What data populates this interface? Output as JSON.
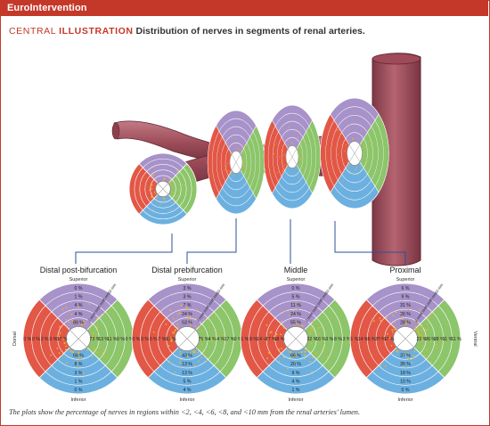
{
  "header": {
    "brand": "EuroIntervention"
  },
  "title": {
    "central": "CENTRAL",
    "illustration": "ILLUSTRATION",
    "description": "Distribution of nerves in segments of renal arteries."
  },
  "caption": "The plots show the percentage of nerves in regions within <2, <4, <6, <8, and <10 mm from the renal arteries' lumen.",
  "labels": {
    "dorsal": "Dorsal",
    "ventral": "Ventral"
  },
  "mm_labels": [
    "2 mm",
    "4 mm",
    "6 mm",
    "8 mm",
    "10 mm"
  ],
  "colors": {
    "brand": "#c4382a",
    "superior": "#a792c9",
    "ventral": "#8cc56a",
    "inferior": "#6cb0e0",
    "dorsal": "#e25746",
    "nerve_dots": "#f0b42c",
    "artery": "#a35561"
  },
  "segments": [
    {
      "name": "Distal post-bifurcation",
      "superior_label": "Superior",
      "inferior_label": "Inferior",
      "superior": [
        "0 %",
        "1 %",
        "4 %",
        "4 %",
        "88 %"
      ],
      "inferior": [
        "66 %",
        "8 %",
        "3 %",
        "1 %",
        "0 %"
      ],
      "dorsal": [
        "0 %",
        "0 %",
        "2 %",
        "3 %",
        "57 %"
      ],
      "ventral": [
        "73 %",
        "13 %",
        "11 %",
        "0 %",
        "0 %"
      ]
    },
    {
      "name": "Distal prebifurcation",
      "superior_label": "Superior",
      "inferior_label": "Inferior",
      "superior": [
        "3 %",
        "3 %",
        "7 %",
        "24 %",
        "63 %"
      ],
      "inferior": [
        "43 %",
        "13 %",
        "13 %",
        "5 %",
        "4 %"
      ],
      "dorsal": [
        "0 %",
        "3 %",
        "0 %",
        "7 %",
        "90 %"
      ],
      "ventral": [
        "75 %",
        "4 %",
        "4 %",
        "17 %",
        "0 %"
      ]
    },
    {
      "name": "Middle",
      "superior_label": "Superior",
      "inferior_label": "Inferior",
      "superior": [
        "0 %",
        "5 %",
        "11 %",
        "24 %",
        "55 %"
      ],
      "inferior": [
        "66 %",
        "20 %",
        "9 %",
        "4 %",
        "1 %"
      ],
      "dorsal": [
        "1 %",
        "8 %",
        "14 %",
        "17 %",
        "58 %"
      ],
      "ventral": [
        "32 %",
        "16 %",
        "3 %",
        "8 %",
        "3 %"
      ]
    },
    {
      "name": "Proximal",
      "superior_label": "Superior",
      "inferior_label": "Inferior",
      "superior": [
        "6 %",
        "9 %",
        "31 %",
        "26 %",
        "28 %"
      ],
      "inferior": [
        "37 %",
        "35 %",
        "18 %",
        "10 %",
        "0 %"
      ],
      "dorsal": [
        "1 %",
        "14 %",
        "6 %",
        "30 %",
        "37 %"
      ],
      "ventral": [
        "22 %",
        "26 %",
        "28 %",
        "11 %",
        "11 %"
      ]
    }
  ]
}
